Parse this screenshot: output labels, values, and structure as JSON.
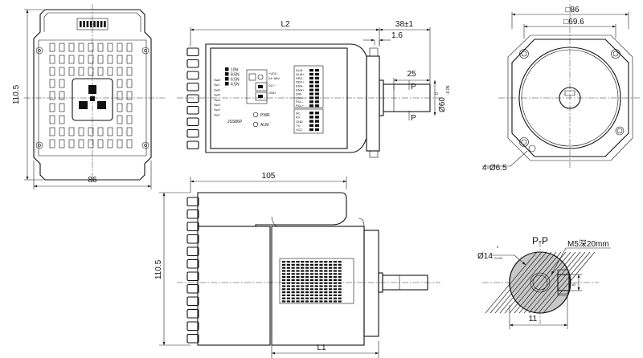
{
  "colors": {
    "line": "#111111",
    "hatch": "#c8c8c8",
    "background": "#ffffff"
  },
  "top_left_view": {
    "height_dim": "110.5",
    "width_dim": "86"
  },
  "top_middle_view": {
    "length_dim": "L2",
    "shaft_dim": "38±1",
    "flange_dim": "1.6",
    "key_dim": "25",
    "section_mark_top": "P",
    "section_mark_bottom": "P",
    "pilot_dim": "Ø60",
    "pilot_tol_upper": "0",
    "pilot_tol_lower": "-0.05"
  },
  "panel": {
    "switch_labels": [
      "10N",
      "8.5N",
      "6.5N",
      "4.5N"
    ],
    "dip_labels": [
      "Sw8",
      "Sw7",
      "Sw6",
      "Sw5",
      "Sw4",
      "Sw3",
      "Sw2",
      "Sw1"
    ],
    "power_labels": [
      "+VDC",
      "24~80V",
      "DC+",
      "GND"
    ],
    "terminal_labels": [
      "ALM-",
      "ALM+",
      "PED-",
      "PED+",
      "ENA-",
      "ENA+",
      "DIR-",
      "DIR+",
      "PUL-",
      "PUL+"
    ],
    "comm_labels": [
      "NC",
      "RX",
      "GND",
      "TX",
      "VCC"
    ],
    "model": "JSS86P",
    "led_pwr": "PWR",
    "led_alm": "ALM"
  },
  "front_view": {
    "square_outer": "□86",
    "square_inner": "□69.6",
    "holes_dim": "4-Ø6.5"
  },
  "side_view": {
    "length_dim": "105",
    "height_dim": "110.5",
    "l1_dim": "L1"
  },
  "section_view": {
    "title": "P-P",
    "shaft_dim": "Ø14",
    "shaft_tol_upper": "0",
    "shaft_tol_lower": "-0.012",
    "thread_note": "M5深20mm",
    "key_dim": "5",
    "width_dim": "11"
  }
}
